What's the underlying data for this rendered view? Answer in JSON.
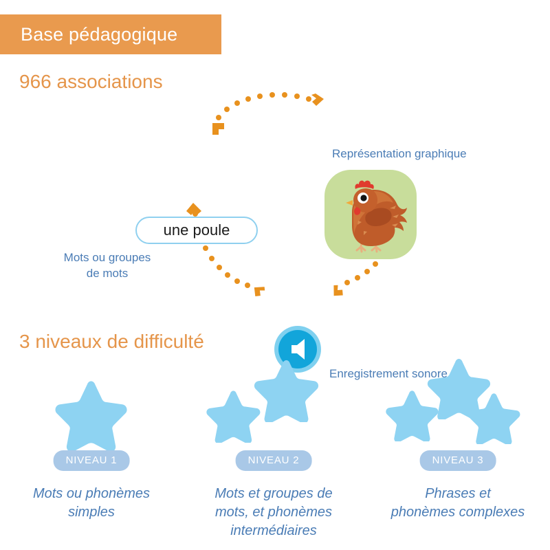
{
  "banner": {
    "title": "Base pédagogique",
    "background_color": "#e99a4e",
    "text_color": "#ffffff"
  },
  "associations": {
    "heading": "966 associations",
    "color": "#e5954a"
  },
  "diagram": {
    "word_pill": {
      "text": "une poule",
      "border_color": "#8fd0ef"
    },
    "picture_card": {
      "background_color": "#c8dd9b",
      "icon_name": "hen-illustration"
    },
    "audio_button": {
      "icon_name": "speaker-icon",
      "color": "#12a5da",
      "ring_color": "#7fd0ef"
    },
    "labels": {
      "graphic": "Représentation graphique",
      "audio": "Enregistrement sonore",
      "words": "Mots ou groupes\nde mots",
      "color": "#4a7cb5"
    },
    "arrow_color": "#e8911e"
  },
  "levels": {
    "heading": "3 niveaux de difficulté",
    "heading_color": "#e5954a",
    "star_color": "#8ed3f2",
    "badge_color": "#a9c8e7",
    "desc_color": "#4a7cb5",
    "items": [
      {
        "badge": "NIVEAU 1",
        "stars": 1,
        "description": "Mots ou phonèmes\nsimples"
      },
      {
        "badge": "NIVEAU 2",
        "stars": 2,
        "description": "Mots et groupes de\nmots, et phonèmes\nintermédiaires"
      },
      {
        "badge": "NIVEAU 3",
        "stars": 3,
        "description": "Phrases et\nphonèmes complexes"
      }
    ]
  }
}
